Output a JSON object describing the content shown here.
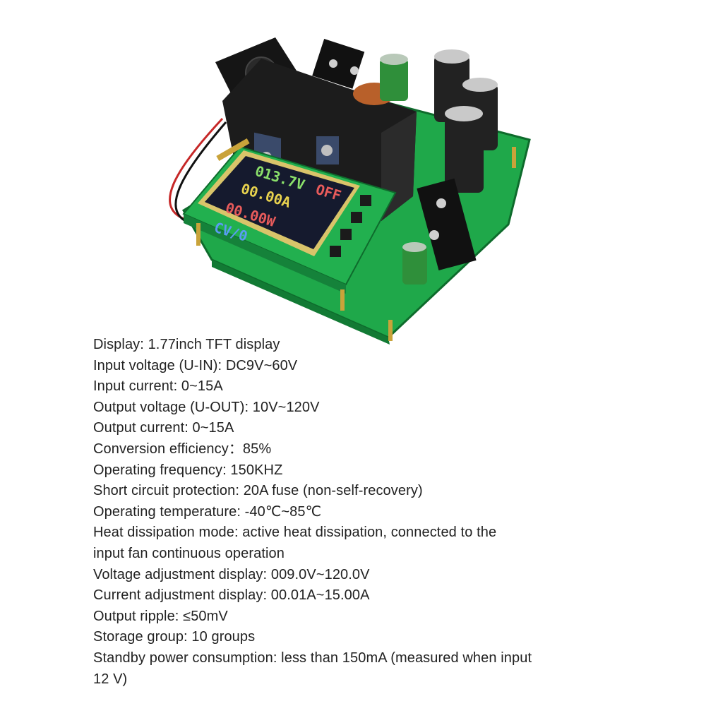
{
  "product_image": {
    "screen": {
      "line1": "013.7V",
      "line1_right": "OFF",
      "line2": "00.00A",
      "line3": "00.00W",
      "line4": "CV/0"
    },
    "colors": {
      "pcb": "#1fa84a",
      "heatsink": "#1c1c1c",
      "capacitor_black": "#222222",
      "capacitor_green": "#2f8f3a",
      "screen_bg": "#151a2e",
      "header_pin": "#c9a33a"
    }
  },
  "specs": [
    "Display: 1.77inch TFT display",
    "Input voltage (U-IN): DC9V~60V",
    "Input current: 0~15A",
    "Output voltage (U-OUT): 10V~120V",
    "Output current: 0~15A",
    "Conversion efficiency：85%",
    "Operating frequency: 150KHZ",
    "Short circuit protection: 20A fuse (non-self-recovery)",
    "Operating temperature: -40℃~85℃",
    "Heat dissipation mode: active heat dissipation, connected to the",
    "input fan continuous operation",
    "Voltage adjustment display: 009.0V~120.0V",
    "Current adjustment display: 00.01A~15.00A",
    "Output ripple: ≤50mV",
    "Storage group: 10 groups",
    "Standby power consumption: less than 150mA (measured when input",
    "12 V)"
  ]
}
